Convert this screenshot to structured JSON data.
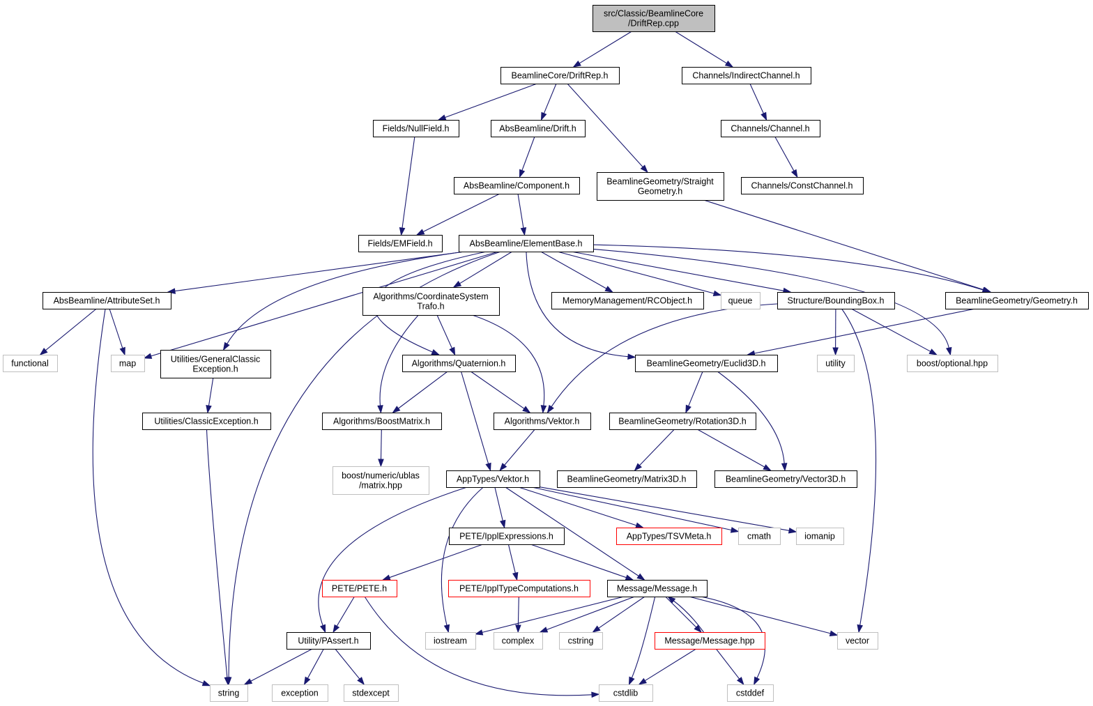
{
  "colors": {
    "root_fill": "#bfbfbf",
    "documented_border": "#000000",
    "truncated_border": "#ff0000",
    "external_border": "#bfbfbf",
    "edge": "#191970"
  },
  "nodes": [
    {
      "id": "root",
      "lines": [
        "src/Classic/BeamlineCore",
        "/DriftRep.cpp"
      ],
      "kind": "root"
    },
    {
      "id": "driftrep_h",
      "lines": [
        "BeamlineCore/DriftRep.h"
      ],
      "kind": "documented"
    },
    {
      "id": "indirectchannel",
      "lines": [
        "Channels/IndirectChannel.h"
      ],
      "kind": "documented"
    },
    {
      "id": "nullfield",
      "lines": [
        "Fields/NullField.h"
      ],
      "kind": "documented"
    },
    {
      "id": "drift",
      "lines": [
        "AbsBeamline/Drift.h"
      ],
      "kind": "documented"
    },
    {
      "id": "channel",
      "lines": [
        "Channels/Channel.h"
      ],
      "kind": "documented"
    },
    {
      "id": "straightgeom",
      "lines": [
        "BeamlineGeometry/Straight",
        "Geometry.h"
      ],
      "kind": "documented"
    },
    {
      "id": "component",
      "lines": [
        "AbsBeamline/Component.h"
      ],
      "kind": "documented"
    },
    {
      "id": "constchannel",
      "lines": [
        "Channels/ConstChannel.h"
      ],
      "kind": "documented"
    },
    {
      "id": "emfield",
      "lines": [
        "Fields/EMField.h"
      ],
      "kind": "documented"
    },
    {
      "id": "elementbase",
      "lines": [
        "AbsBeamline/ElementBase.h"
      ],
      "kind": "documented"
    },
    {
      "id": "attributeset",
      "lines": [
        "AbsBeamline/AttributeSet.h"
      ],
      "kind": "documented"
    },
    {
      "id": "coordtrafo",
      "lines": [
        "Algorithms/CoordinateSystem",
        "Trafo.h"
      ],
      "kind": "documented"
    },
    {
      "id": "rcobject",
      "lines": [
        "MemoryManagement/RCObject.h"
      ],
      "kind": "documented"
    },
    {
      "id": "queue",
      "lines": [
        "queue"
      ],
      "kind": "external"
    },
    {
      "id": "boundingbox",
      "lines": [
        "Structure/BoundingBox.h"
      ],
      "kind": "documented"
    },
    {
      "id": "geometry",
      "lines": [
        "BeamlineGeometry/Geometry.h"
      ],
      "kind": "documented"
    },
    {
      "id": "functional",
      "lines": [
        "functional"
      ],
      "kind": "external"
    },
    {
      "id": "map",
      "lines": [
        "map"
      ],
      "kind": "external"
    },
    {
      "id": "genclassicexc",
      "lines": [
        "Utilities/GeneralClassic",
        "Exception.h"
      ],
      "kind": "documented"
    },
    {
      "id": "quaternion",
      "lines": [
        "Algorithms/Quaternion.h"
      ],
      "kind": "documented"
    },
    {
      "id": "euclid3d",
      "lines": [
        "BeamlineGeometry/Euclid3D.h"
      ],
      "kind": "documented"
    },
    {
      "id": "utility",
      "lines": [
        "utility"
      ],
      "kind": "external"
    },
    {
      "id": "boostoptional",
      "lines": [
        "boost/optional.hpp"
      ],
      "kind": "external"
    },
    {
      "id": "classicexc",
      "lines": [
        "Utilities/ClassicException.h"
      ],
      "kind": "documented"
    },
    {
      "id": "boostmatrix",
      "lines": [
        "Algorithms/BoostMatrix.h"
      ],
      "kind": "documented"
    },
    {
      "id": "algvektor",
      "lines": [
        "Algorithms/Vektor.h"
      ],
      "kind": "documented"
    },
    {
      "id": "rotation3d",
      "lines": [
        "BeamlineGeometry/Rotation3D.h"
      ],
      "kind": "documented"
    },
    {
      "id": "ublasmatrix",
      "lines": [
        "boost/numeric/ublas",
        "/matrix.hpp"
      ],
      "kind": "external"
    },
    {
      "id": "appvektor",
      "lines": [
        "AppTypes/Vektor.h"
      ],
      "kind": "documented"
    },
    {
      "id": "matrix3d",
      "lines": [
        "BeamlineGeometry/Matrix3D.h"
      ],
      "kind": "documented"
    },
    {
      "id": "vector3d",
      "lines": [
        "BeamlineGeometry/Vector3D.h"
      ],
      "kind": "documented"
    },
    {
      "id": "ipplexpr",
      "lines": [
        "PETE/IpplExpressions.h"
      ],
      "kind": "documented"
    },
    {
      "id": "tsvmeta",
      "lines": [
        "AppTypes/TSVMeta.h"
      ],
      "kind": "truncated"
    },
    {
      "id": "cmath",
      "lines": [
        "cmath"
      ],
      "kind": "external"
    },
    {
      "id": "iomanip",
      "lines": [
        "iomanip"
      ],
      "kind": "external"
    },
    {
      "id": "pete",
      "lines": [
        "PETE/PETE.h"
      ],
      "kind": "truncated"
    },
    {
      "id": "ippltypecomp",
      "lines": [
        "PETE/IpplTypeComputations.h"
      ],
      "kind": "truncated"
    },
    {
      "id": "message_h",
      "lines": [
        "Message/Message.h"
      ],
      "kind": "documented"
    },
    {
      "id": "passert",
      "lines": [
        "Utility/PAssert.h"
      ],
      "kind": "documented"
    },
    {
      "id": "iostream",
      "lines": [
        "iostream"
      ],
      "kind": "external"
    },
    {
      "id": "complex",
      "lines": [
        "complex"
      ],
      "kind": "external"
    },
    {
      "id": "cstring",
      "lines": [
        "cstring"
      ],
      "kind": "external"
    },
    {
      "id": "message_hpp",
      "lines": [
        "Message/Message.hpp"
      ],
      "kind": "truncated"
    },
    {
      "id": "vector",
      "lines": [
        "vector"
      ],
      "kind": "external"
    },
    {
      "id": "string",
      "lines": [
        "string"
      ],
      "kind": "external"
    },
    {
      "id": "exception",
      "lines": [
        "exception"
      ],
      "kind": "external"
    },
    {
      "id": "stdexcept",
      "lines": [
        "stdexcept"
      ],
      "kind": "external"
    },
    {
      "id": "cstdlib",
      "lines": [
        "cstdlib"
      ],
      "kind": "external"
    },
    {
      "id": "cstddef",
      "lines": [
        "cstddef"
      ],
      "kind": "external"
    }
  ],
  "edges": [
    [
      "root",
      "driftrep_h"
    ],
    [
      "root",
      "indirectchannel"
    ],
    [
      "driftrep_h",
      "nullfield"
    ],
    [
      "driftrep_h",
      "drift"
    ],
    [
      "driftrep_h",
      "straightgeom"
    ],
    [
      "indirectchannel",
      "channel"
    ],
    [
      "channel",
      "constchannel"
    ],
    [
      "nullfield",
      "emfield"
    ],
    [
      "drift",
      "component"
    ],
    [
      "component",
      "emfield"
    ],
    [
      "component",
      "elementbase"
    ],
    [
      "straightgeom",
      "geometry"
    ],
    [
      "elementbase",
      "attributeset"
    ],
    [
      "elementbase",
      "map"
    ],
    [
      "elementbase",
      "genclassicexc"
    ],
    [
      "elementbase",
      "string"
    ],
    [
      "elementbase",
      "quaternion"
    ],
    [
      "elementbase",
      "coordtrafo"
    ],
    [
      "elementbase",
      "euclid3d"
    ],
    [
      "elementbase",
      "rcobject"
    ],
    [
      "elementbase",
      "queue"
    ],
    [
      "elementbase",
      "boundingbox"
    ],
    [
      "elementbase",
      "geometry"
    ],
    [
      "elementbase",
      "boostoptional"
    ],
    [
      "attributeset",
      "functional"
    ],
    [
      "attributeset",
      "map"
    ],
    [
      "attributeset",
      "string"
    ],
    [
      "genclassicexc",
      "classicexc"
    ],
    [
      "classicexc",
      "string"
    ],
    [
      "coordtrafo",
      "quaternion"
    ],
    [
      "coordtrafo",
      "boostmatrix"
    ],
    [
      "coordtrafo",
      "algvektor"
    ],
    [
      "quaternion",
      "boostmatrix"
    ],
    [
      "quaternion",
      "algvektor"
    ],
    [
      "quaternion",
      "appvektor"
    ],
    [
      "boundingbox",
      "algvektor"
    ],
    [
      "boundingbox",
      "utility"
    ],
    [
      "boundingbox",
      "boostoptional"
    ],
    [
      "boundingbox",
      "vector"
    ],
    [
      "geometry",
      "euclid3d"
    ],
    [
      "euclid3d",
      "rotation3d"
    ],
    [
      "euclid3d",
      "vector3d"
    ],
    [
      "rotation3d",
      "matrix3d"
    ],
    [
      "rotation3d",
      "vector3d"
    ],
    [
      "boostmatrix",
      "ublasmatrix"
    ],
    [
      "algvektor",
      "appvektor"
    ],
    [
      "appvektor",
      "passert"
    ],
    [
      "appvektor",
      "iostream"
    ],
    [
      "appvektor",
      "ipplexpr"
    ],
    [
      "appvektor",
      "message_h"
    ],
    [
      "appvektor",
      "tsvmeta"
    ],
    [
      "appvektor",
      "cmath"
    ],
    [
      "appvektor",
      "iomanip"
    ],
    [
      "ipplexpr",
      "pete"
    ],
    [
      "ipplexpr",
      "ippltypecomp"
    ],
    [
      "ipplexpr",
      "message_h"
    ],
    [
      "pete",
      "passert"
    ],
    [
      "pete",
      "cstdlib"
    ],
    [
      "ippltypecomp",
      "complex"
    ],
    [
      "message_h",
      "iostream"
    ],
    [
      "message_h",
      "complex"
    ],
    [
      "message_h",
      "cstring"
    ],
    [
      "message_h",
      "message_hpp"
    ],
    [
      "message_h",
      "vector"
    ],
    [
      "message_h",
      "cstdlib"
    ],
    [
      "message_h",
      "cstddef"
    ],
    [
      "message_hpp",
      "message_h"
    ],
    [
      "message_hpp",
      "cstdlib"
    ],
    [
      "message_hpp",
      "cstddef"
    ],
    [
      "passert",
      "string"
    ],
    [
      "passert",
      "exception"
    ],
    [
      "passert",
      "stdexcept"
    ]
  ]
}
